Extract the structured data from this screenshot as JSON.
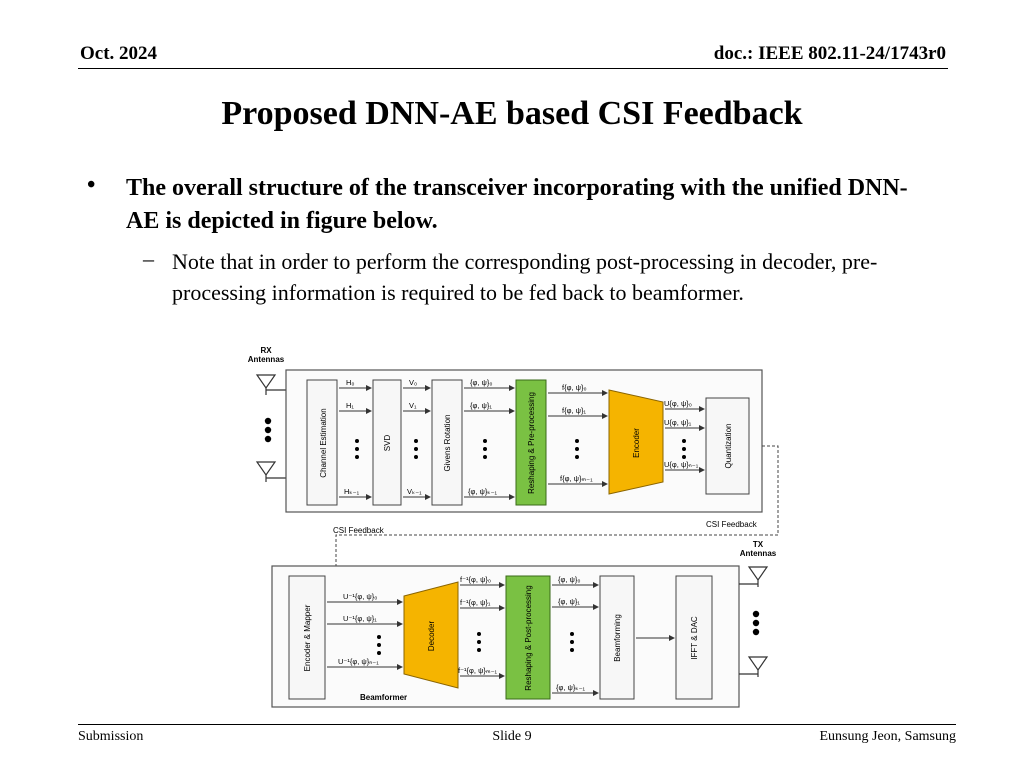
{
  "header": {
    "date": "Oct. 2024",
    "doc": "doc.: IEEE 802.11-24/1743r0"
  },
  "title": "Proposed DNN-AE based CSI Feedback",
  "bullets": {
    "main": "The overall structure of the transceiver incorporating with the unified DNN-AE is depicted in figure below.",
    "sub": "Note that in order to perform the corresponding post-processing in decoder, pre-processing information is required to be fed back to beamformer."
  },
  "diagram": {
    "rx_label": [
      "RX",
      "Antennas"
    ],
    "tx_label": [
      "TX",
      "Antennas"
    ],
    "csi_left": "CSI Feedback",
    "csi_right": "CSI Feedback",
    "beamformer_label": "Beamformer",
    "top_blocks": {
      "channel_estimation": "Channel Estimation",
      "svd": "SVD",
      "givens": "Givens Rotation",
      "reshape_pre": "Reshaping & Pre-processing",
      "encoder": "Encoder",
      "quantization": "Quantization"
    },
    "bottom_blocks": {
      "encoder_mapper": "Encoder & Mapper",
      "decoder": "Decoder",
      "reshape_post": "Reshaping & Post-processing",
      "beamforming": "Beamforming",
      "ifft": "IFFT & DAC"
    },
    "signals": {
      "h0": "H₀",
      "h1": "H₁",
      "hk": "Hₖ₋₁",
      "v0": "V₀",
      "v1": "V₁",
      "vk": "Vₖ₋₁",
      "p0": "{φ, ψ}₀",
      "p1": "{φ, ψ}₁",
      "pk": "{φ, ψ}ₖ₋₁",
      "f0": "f{φ, ψ}₀",
      "f1": "f{φ, ψ}₁",
      "fm": "f{φ, ψ}ₘ₋₁",
      "u0": "U{φ, ψ}₀",
      "u1": "U{φ, ψ}₁",
      "un": "U{φ, ψ}ₙ₋₁",
      "ui0": "U⁻¹{φ, ψ}₀",
      "ui1": "U⁻¹{φ, ψ}₁",
      "uin": "U⁻¹{φ, ψ}ₙ₋₁",
      "fi0": "f⁻¹{φ, ψ}₀",
      "fi1": "f⁻¹{φ, ψ}₁",
      "fim": "f⁻¹{φ, ψ}ₘ₋₁",
      "q0": "{φ, ψ}₀",
      "q1": "{φ, ψ}₁",
      "qk": "{φ, ψ}ₖ₋₁"
    },
    "colors": {
      "encoder": "#f5b400",
      "reshape": "#7ac143",
      "block": "#f7f7f7"
    }
  },
  "footer": {
    "left": "Submission",
    "center": "Slide 9",
    "right": "Eunsung Jeon, Samsung"
  }
}
